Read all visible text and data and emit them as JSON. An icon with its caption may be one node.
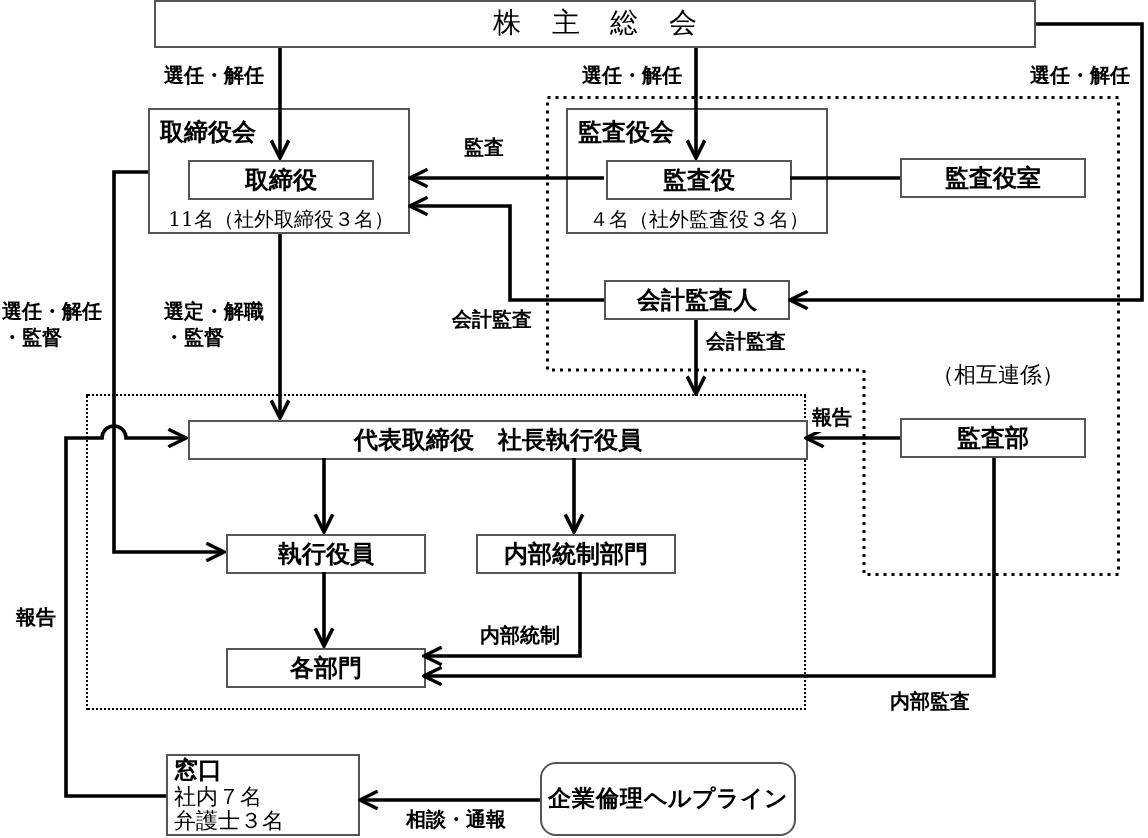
{
  "diagram": {
    "nodes": [
      {
        "text": [
          "株主総会"
        ]
      },
      {
        "text": [
          "取締役会"
        ]
      },
      {
        "text": [
          "取締役"
        ],
        "in": 1,
        "beside": [
          "11名（社外取締役３名）"
        ]
      },
      {
        "text": [
          "（相互連係）"
        ]
      },
      {
        "text": [
          "監査役会"
        ],
        "in": 3
      },
      {
        "text": [
          "監査役"
        ],
        "in": 4,
        "beside": [
          "４名（社外監査役３名）"
        ]
      },
      {
        "text": [
          "監査役室"
        ],
        "in": 3
      },
      {
        "text": [
          "会計監査人"
        ],
        "in": 3
      },
      {
        "text": [],
        "shape": "box"
      },
      {
        "text": [
          "代表取締役　社長執行役員"
        ],
        "in": 8
      },
      {
        "text": [
          "執行役員"
        ],
        "in": 8
      },
      {
        "text": [
          "内部統制部門"
        ],
        "in": 8
      },
      {
        "text": [
          "各部門"
        ],
        "in": 8
      },
      {
        "text": [
          "監査部"
        ],
        "in": 3
      },
      {
        "text": [
          "窓口",
          "社内７名",
          "弁護士３名"
        ]
      },
      {
        "text": [
          "企業倫理ヘルプライン"
        ]
      }
    ],
    "edges": [
      {
        "from": 0,
        "to": 2,
        "arrow": "to",
        "label": "選任・解任"
      },
      {
        "from": 0,
        "to": 5,
        "arrow": "to",
        "label": "選任・解任"
      },
      {
        "from": 0,
        "to": 7,
        "arrow": "to",
        "label": "選任・解任"
      },
      {
        "from": 5,
        "to": 1,
        "arrow": "to",
        "label": "監査"
      },
      {
        "from": 7,
        "to": 1,
        "arrow": "to",
        "label": "会計監査"
      },
      {
        "from": 1,
        "to": 9,
        "arrow": "to",
        "label": "選定・解職・監督"
      },
      {
        "from": 1,
        "to": 10,
        "arrow": "to",
        "label": "選任・解任・監督"
      },
      {
        "from": 7,
        "to": 8,
        "arrow": "to",
        "label": "会計監査"
      },
      {
        "from": 9,
        "to": 10,
        "arrow": "to"
      },
      {
        "from": 9,
        "to": 11,
        "arrow": "to"
      },
      {
        "from": 10,
        "to": 12,
        "arrow": "to"
      },
      {
        "from": 11,
        "to": 12,
        "arrow": "to",
        "label": "内部統制"
      },
      {
        "from": 13,
        "to": 12,
        "arrow": "to",
        "label": "内部監査"
      },
      {
        "from": 13,
        "to": 9,
        "arrow": "to",
        "label": "報告"
      },
      {
        "from": 14,
        "to": 9,
        "arrow": "to",
        "label": "報告"
      },
      {
        "from": 15,
        "to": 14,
        "arrow": "to",
        "label": "相談・通報"
      },
      {
        "from": 5,
        "to": 6,
        "arrow": "none"
      }
    ]
  }
}
